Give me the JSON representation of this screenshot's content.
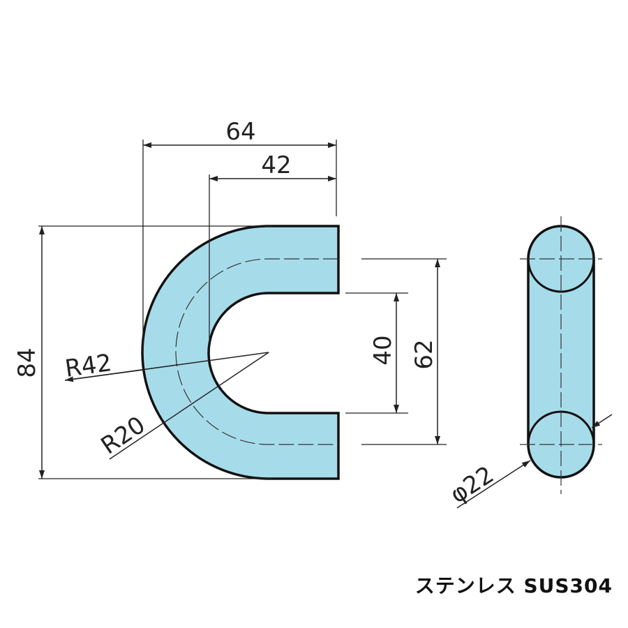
{
  "drawing": {
    "fill_color": "#a6dcea",
    "outline_color": "#111111",
    "dimensions": {
      "overall_width": "64",
      "inner_width": "42",
      "overall_height": "84",
      "inner_gap": "40",
      "centerline_spacing": "62",
      "outer_radius": "R42",
      "inner_radius": "R20",
      "diameter": "φ22"
    }
  },
  "material_label": "ステンレス SUS304"
}
